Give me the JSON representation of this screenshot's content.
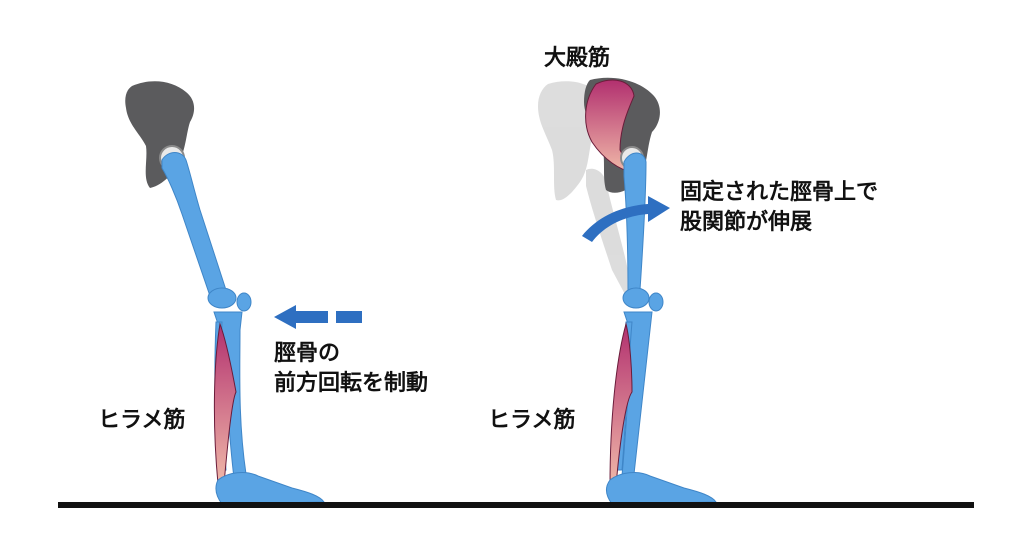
{
  "colors": {
    "bone": "#5aa4e4",
    "bone_dark": "#3f86c8",
    "pelvis": "#5b5b5d",
    "ghost": "#d9d9d9",
    "muscle_top": "#b2306f",
    "muscle_bottom": "#f0b8a8",
    "arrow": "#2e6fc1",
    "ground": "#111111"
  },
  "icons": {
    "left_arrow": "dashed-left-arrow-icon",
    "right_arrow": "curved-right-arrow-icon"
  },
  "labels": {
    "left_soleus": "ヒラメ筋",
    "left_tibia_line1": "脛骨の",
    "left_tibia_line2": "前方回転を制動",
    "right_glute": "大殿筋",
    "right_hip_line1": "固定された脛骨上で",
    "right_hip_line2": "股関節が伸展",
    "right_soleus": "ヒラメ筋"
  }
}
